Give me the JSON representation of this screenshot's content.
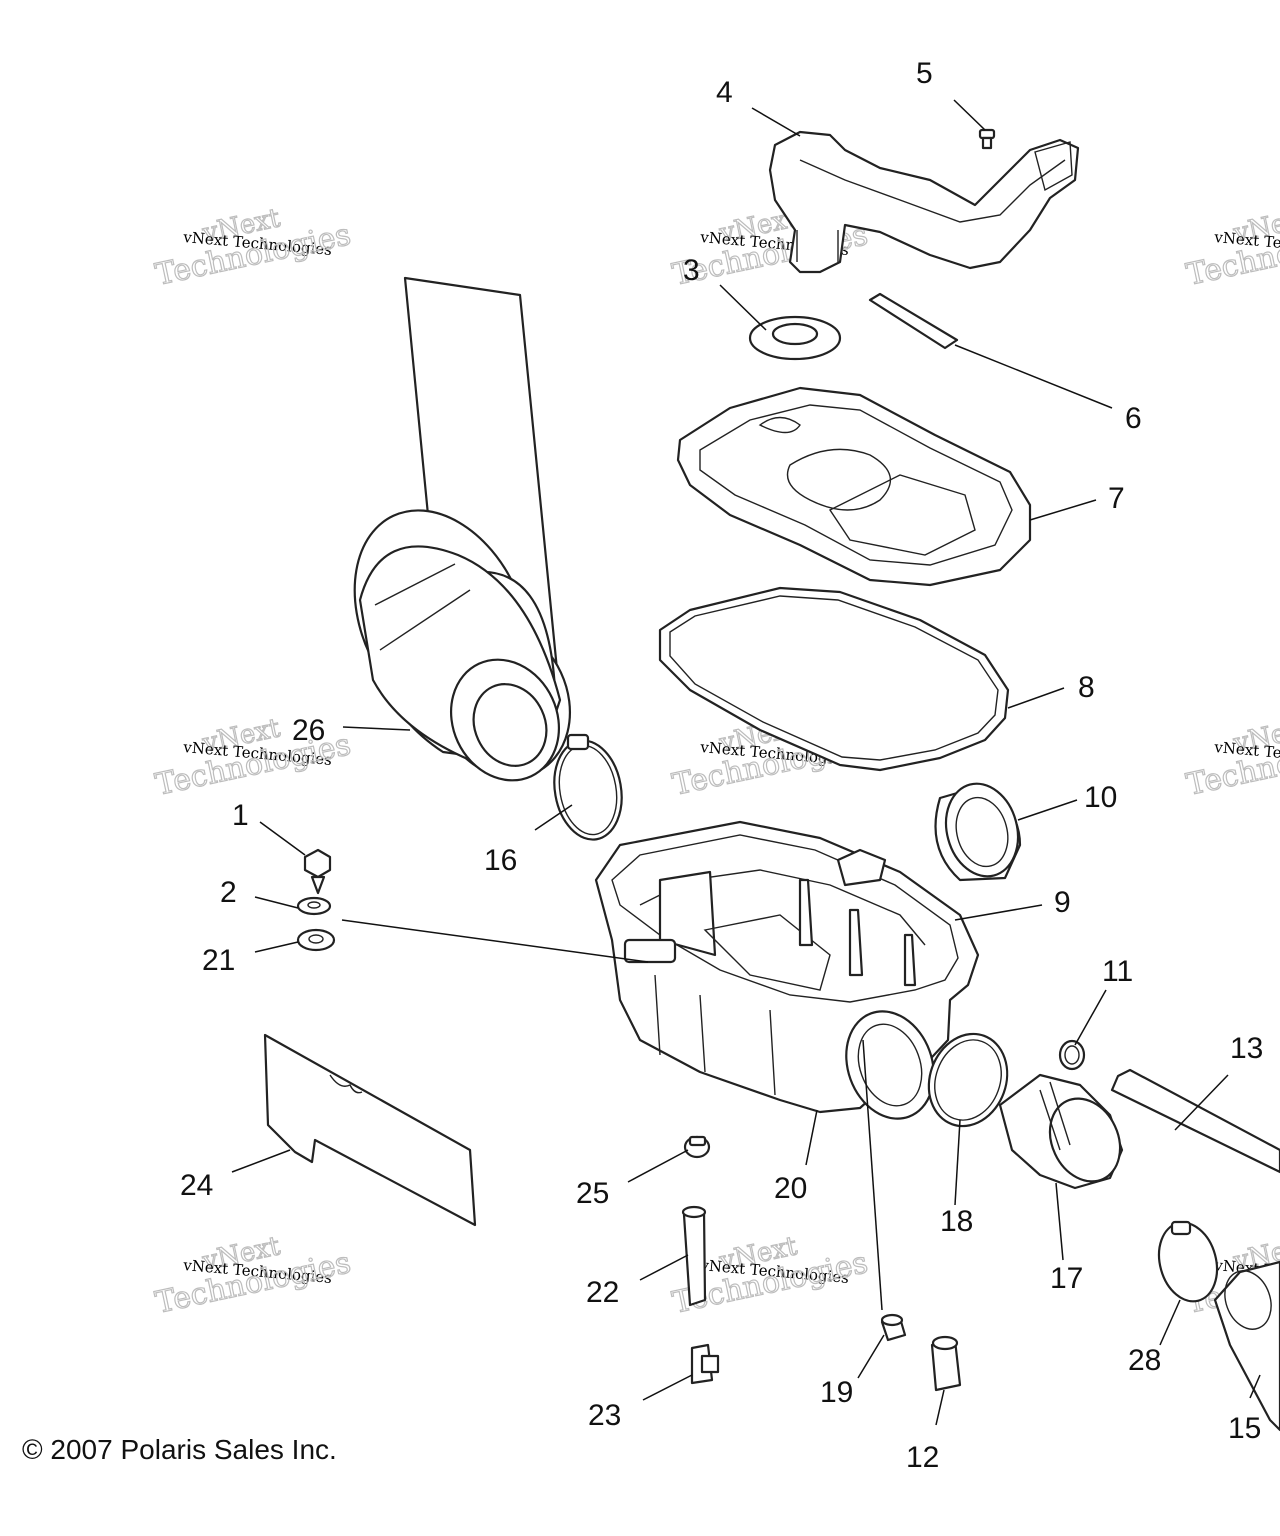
{
  "copyright": "© 2007 Polaris Sales Inc.",
  "watermark": {
    "line1": "vNext Technologies",
    "line2": "vNext",
    "line3": "Technologies"
  },
  "callouts": [
    "1",
    "2",
    "3",
    "4",
    "5",
    "6",
    "7",
    "8",
    "9",
    "10",
    "11",
    "12",
    "13",
    "15",
    "16",
    "17",
    "18",
    "19",
    "20",
    "21",
    "22",
    "23",
    "24",
    "25",
    "26",
    "28"
  ]
}
